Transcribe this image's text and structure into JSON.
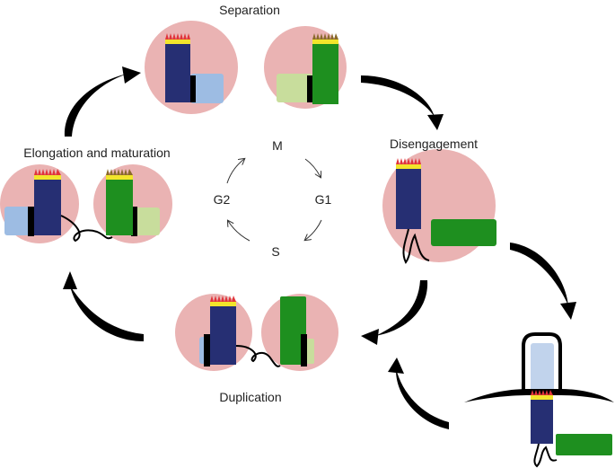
{
  "labels": {
    "separation": "Separation",
    "disengagement": "Disengagement",
    "elongation": "Elongation and maturation",
    "duplication": "Duplication"
  },
  "phases": {
    "m": "M",
    "g1": "G1",
    "s": "S",
    "g2": "G2"
  },
  "colors": {
    "cell": "#eab3b3",
    "mother_centriole": "#262f73",
    "daughter_centriole": "#1e8f1f",
    "light_blue": "#9dbce3",
    "light_green": "#c8dd9c",
    "red_appendage": "#e0343a",
    "yellow_band": "#f2e52b",
    "black": "#000000"
  }
}
